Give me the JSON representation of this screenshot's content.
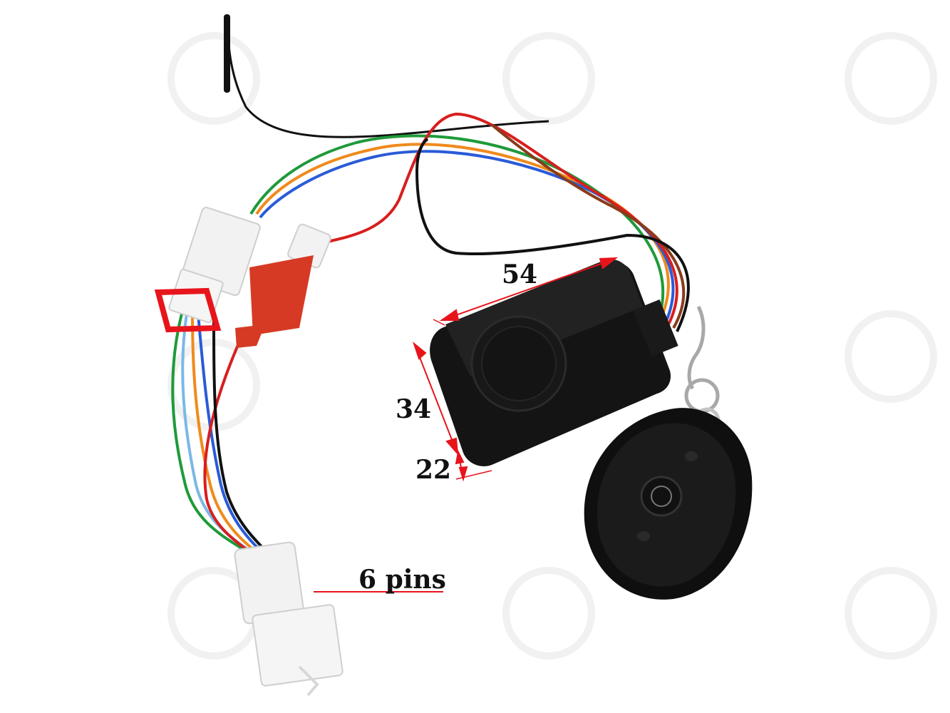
{
  "dimensions": {
    "length": "54",
    "width": "34",
    "height": "22"
  },
  "connector": {
    "pins_label": "6 pins"
  },
  "colors": {
    "arrow_red": "#e8141b",
    "module_black": "#141414",
    "connector_white": "#f2f2f2",
    "connector_red": "#d63a24",
    "wire_orange": "#f08a1c",
    "wire_blue": "#2a5bd7",
    "wire_green": "#1f9a3a",
    "wire_red": "#d81e1e",
    "wire_brown": "#8a3b1a",
    "wire_light_blue": "#7ab8e8",
    "wire_black": "#111111"
  }
}
